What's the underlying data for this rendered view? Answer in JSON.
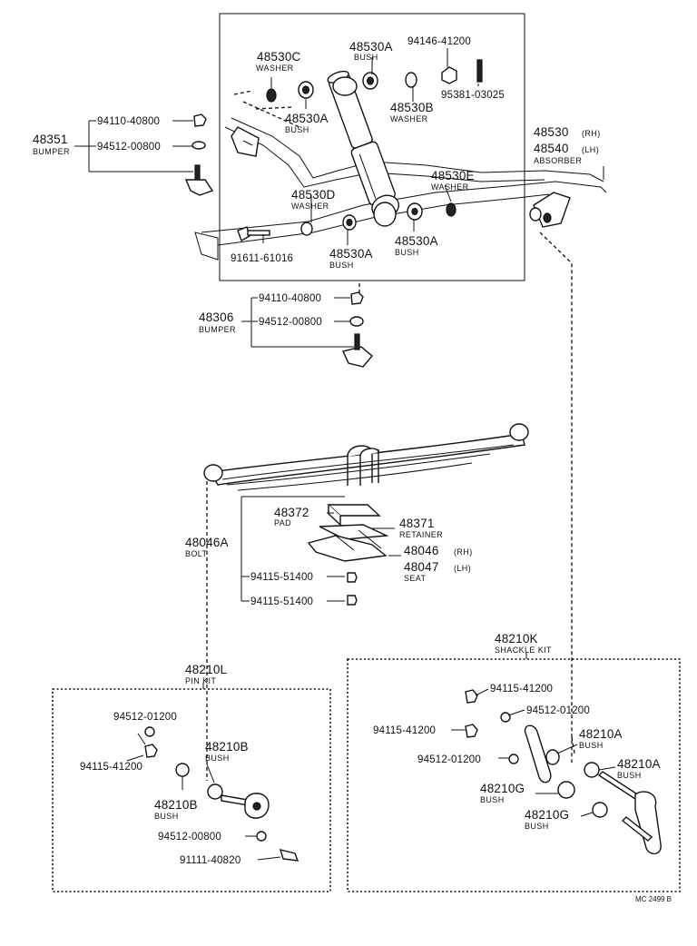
{
  "footer_code": "MC 2499 B",
  "upper_group": [
    {
      "num": "48530C",
      "name": "WASHER"
    },
    {
      "num": "48530A",
      "name": "BUSH"
    },
    {
      "num": "94146-41200",
      "name": ""
    },
    {
      "num": "95381-03025",
      "name": ""
    },
    {
      "num": "48530A",
      "name": "BUSH"
    },
    {
      "num": "48530B",
      "name": "WASHER"
    },
    {
      "num": "48530D",
      "name": "WASHER"
    },
    {
      "num": "48530E",
      "name": "WASHER"
    },
    {
      "num": "91611-61016",
      "name": ""
    },
    {
      "num": "48530A",
      "name": "BUSH"
    },
    {
      "num": "48530A",
      "name": "BUSH"
    }
  ],
  "absorber": {
    "num_rh": "48530",
    "rh": "(RH)",
    "num_lh": "48540",
    "lh": "(LH)",
    "name": "ABSORBER"
  },
  "bumper_upper": {
    "num": "48351",
    "name": "BUMPER",
    "p1": "94110-40800",
    "p2": "94512-00800"
  },
  "bumper_lower": {
    "num": "48306",
    "name": "BUMPER",
    "p1": "94110-40800",
    "p2": "94512-00800"
  },
  "spring_group": {
    "pad_num": "48372",
    "pad_name": "PAD",
    "retainer_num": "48371",
    "retainer_name": "RETAINER",
    "seat_rh_num": "48046",
    "seat_rh": "(RH)",
    "seat_lh_num": "48047",
    "seat_lh": "(LH)",
    "seat_name": "SEAT",
    "bolt_num": "48046A",
    "bolt_name": "BOLT",
    "nut1": "94115-51400",
    "nut2": "94115-51400"
  },
  "pin_kit": {
    "num": "48210L",
    "name": "PIN KIT",
    "items": [
      {
        "num": "94512-01200",
        "name": ""
      },
      {
        "num": "94115-41200",
        "name": ""
      },
      {
        "num": "48210B",
        "name": "BUSH"
      },
      {
        "num": "48210B",
        "name": "BUSH"
      },
      {
        "num": "94512-00800",
        "name": ""
      },
      {
        "num": "91111-40820",
        "name": ""
      }
    ]
  },
  "shackle_kit": {
    "num": "48210K",
    "name": "SHACKLE KIT",
    "items": [
      {
        "num": "94115-41200",
        "name": ""
      },
      {
        "num": "94512-01200",
        "name": ""
      },
      {
        "num": "94115-41200",
        "name": ""
      },
      {
        "num": "48210A",
        "name": "BUSH"
      },
      {
        "num": "94512-01200",
        "name": ""
      },
      {
        "num": "48210A",
        "name": "BUSH"
      },
      {
        "num": "48210G",
        "name": "BUSH"
      },
      {
        "num": "48210G",
        "name": "BUSH"
      }
    ]
  }
}
